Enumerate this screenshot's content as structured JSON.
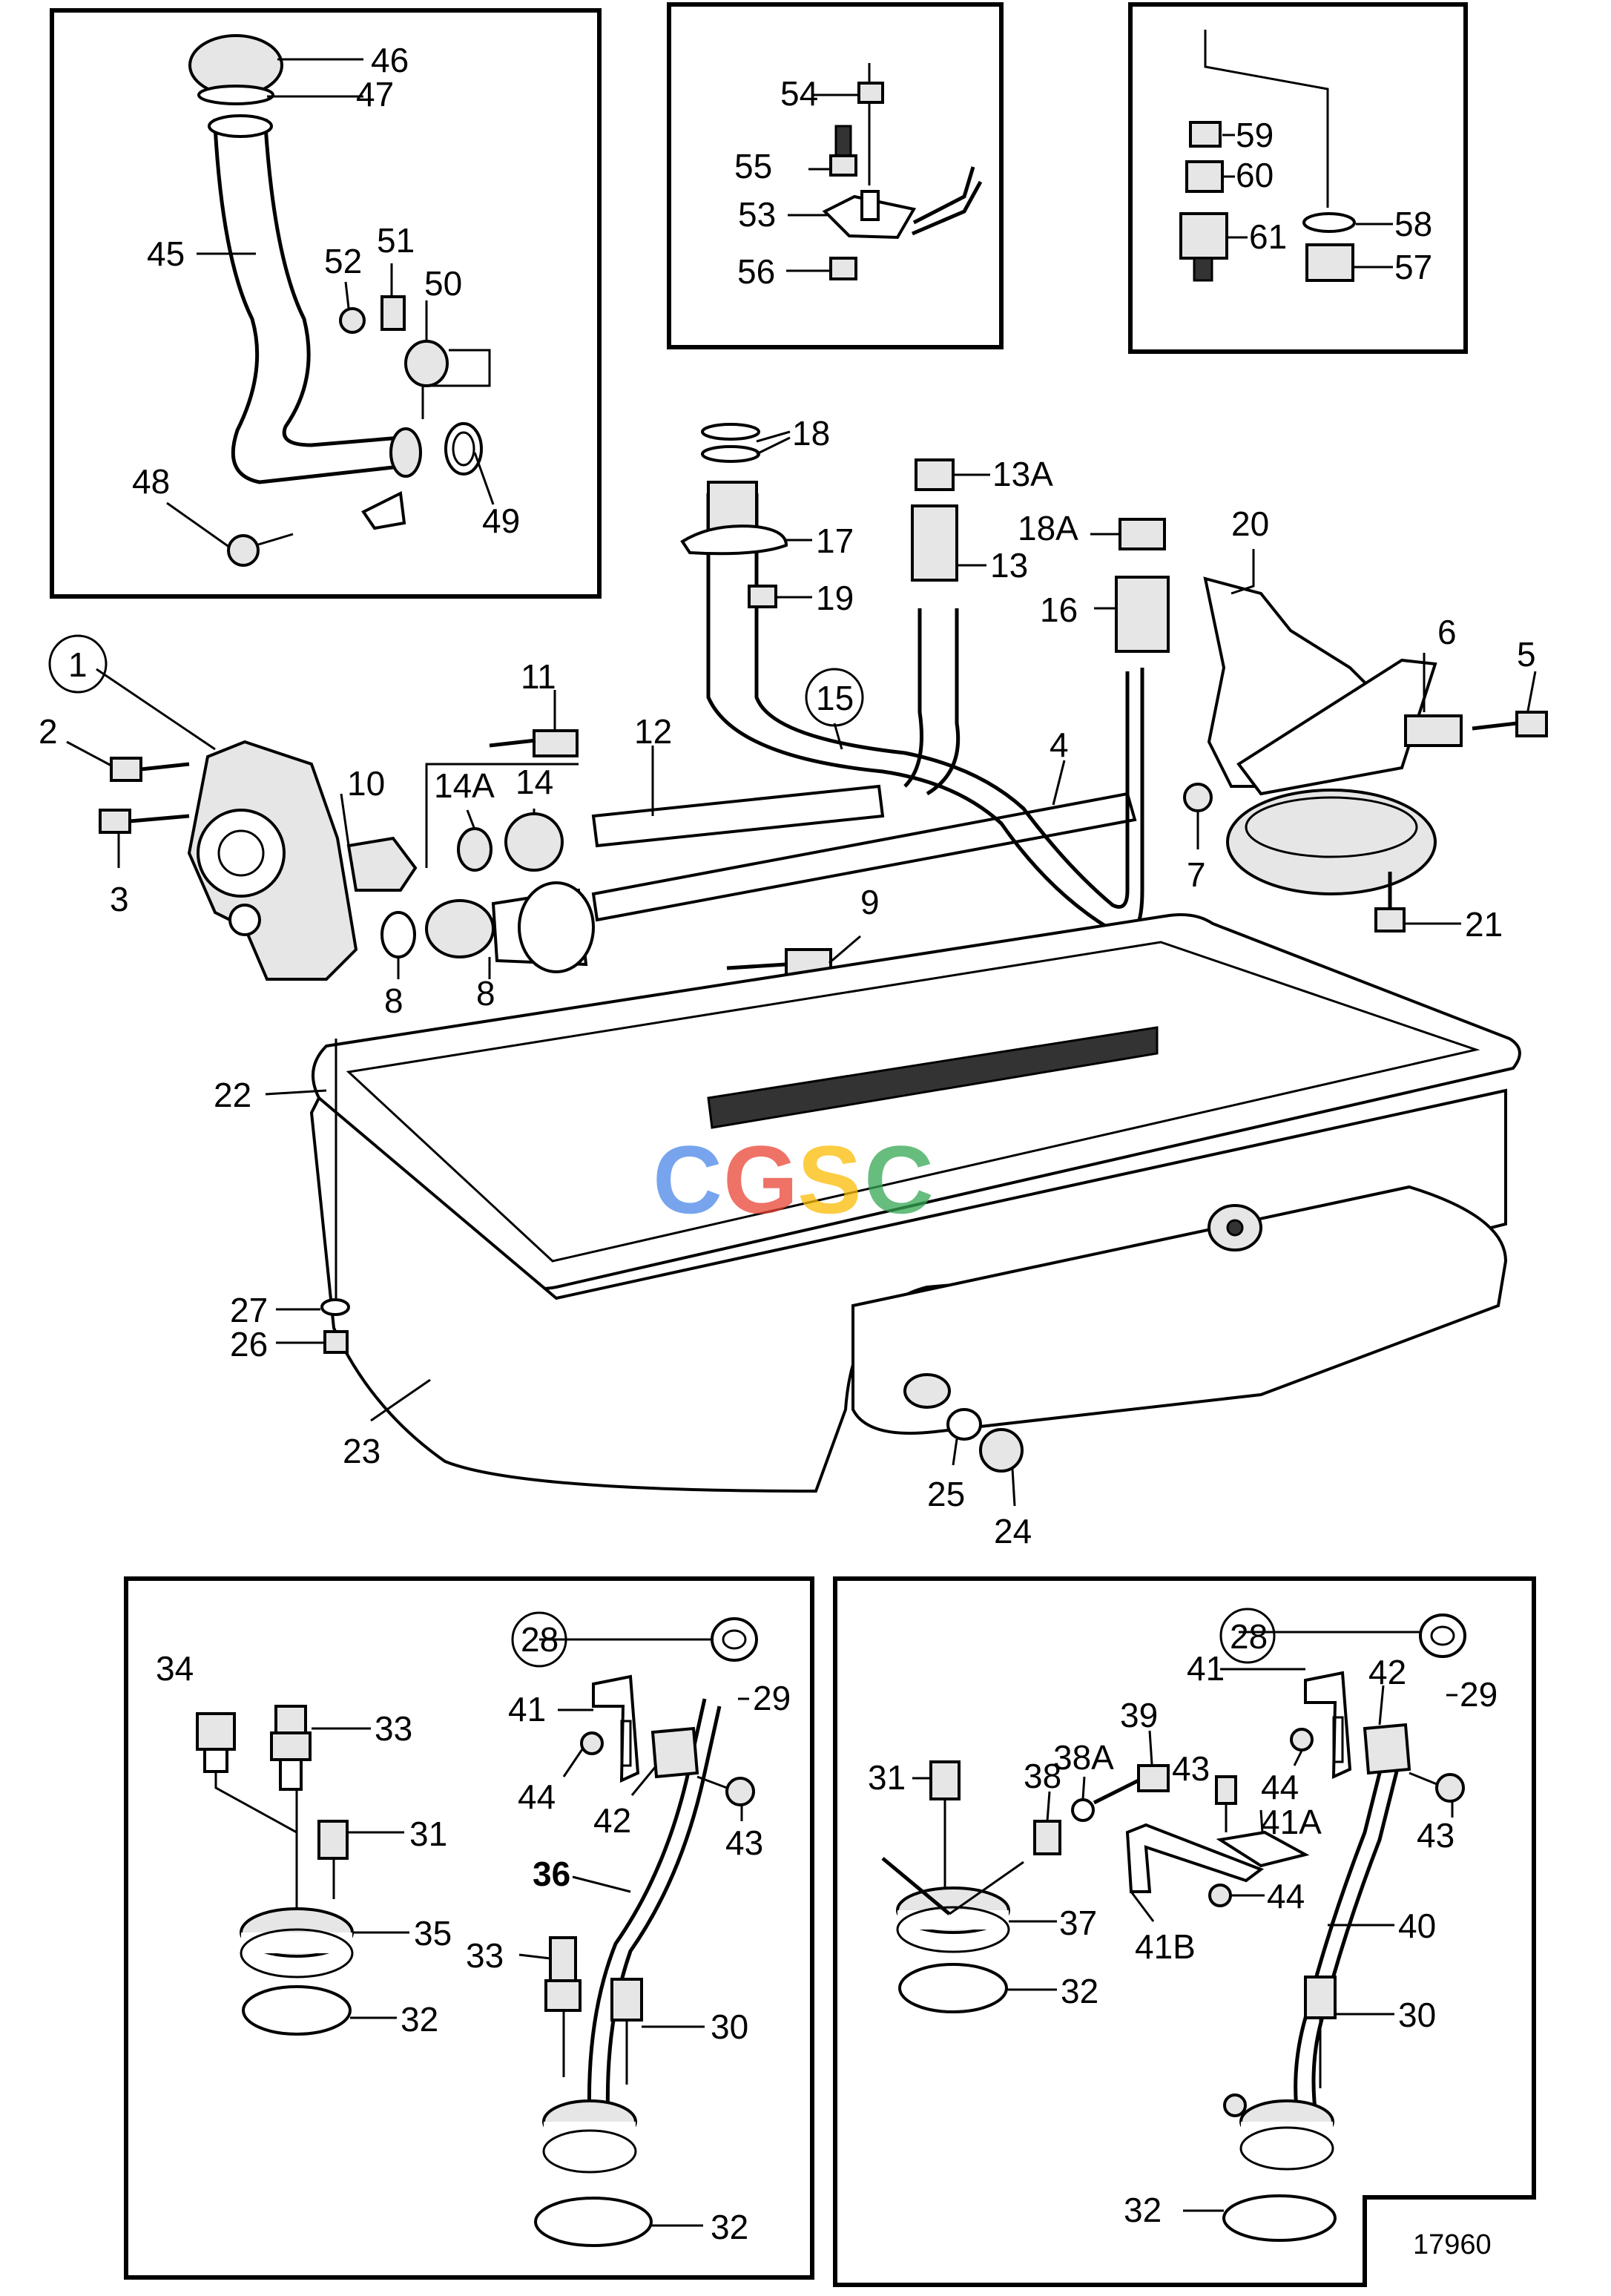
{
  "diagram_number": "17960",
  "watermark": {
    "letters": [
      "C",
      "G",
      "S",
      "C"
    ],
    "colors": [
      "#4a86e8",
      "#ea4335",
      "#fbbc05",
      "#34a853"
    ]
  },
  "labels": {
    "p1": "1",
    "p2": "2",
    "p3": "3",
    "p4": "4",
    "p5": "5",
    "p6": "6",
    "p7": "7",
    "p8a": "8",
    "p8b": "8",
    "p9": "9",
    "p10": "10",
    "p11": "11",
    "p12": "12",
    "p13": "13",
    "p13a": "13A",
    "p14": "14",
    "p14a": "14A",
    "p15": "15",
    "p16": "16",
    "p17": "17",
    "p18": "18",
    "p18a": "18A",
    "p19": "19",
    "p20": "20",
    "p21": "21",
    "p22": "22",
    "p23": "23",
    "p24": "24",
    "p25": "25",
    "p26": "26",
    "p27": "27",
    "p45": "45",
    "p46": "46",
    "p47": "47",
    "p48": "48",
    "p49": "49",
    "p50": "50",
    "p51": "51",
    "p52": "52",
    "p53": "53",
    "p54": "54",
    "p55": "55",
    "p56": "56",
    "p57": "57",
    "p58": "58",
    "p59": "59",
    "p60": "60",
    "p61": "61",
    "l28": "28",
    "l29": "29",
    "l30": "30",
    "l31": "31",
    "l32a": "32",
    "l32b": "32",
    "l33a": "33",
    "l33b": "33",
    "l34": "34",
    "l35": "35",
    "l36": "36",
    "l41": "41",
    "l42": "42",
    "l43": "43",
    "l44": "44",
    "r28": "28",
    "r29": "29",
    "r30": "30",
    "r31": "31",
    "r32a": "32",
    "r32b": "32",
    "r37": "37",
    "r38": "38",
    "r38a": "38A",
    "r39": "39",
    "r40": "40",
    "r41": "41",
    "r41a": "41A",
    "r41b": "41B",
    "r42": "42",
    "r43a": "43",
    "r43b": "43",
    "r44a": "44",
    "r44b": "44"
  }
}
